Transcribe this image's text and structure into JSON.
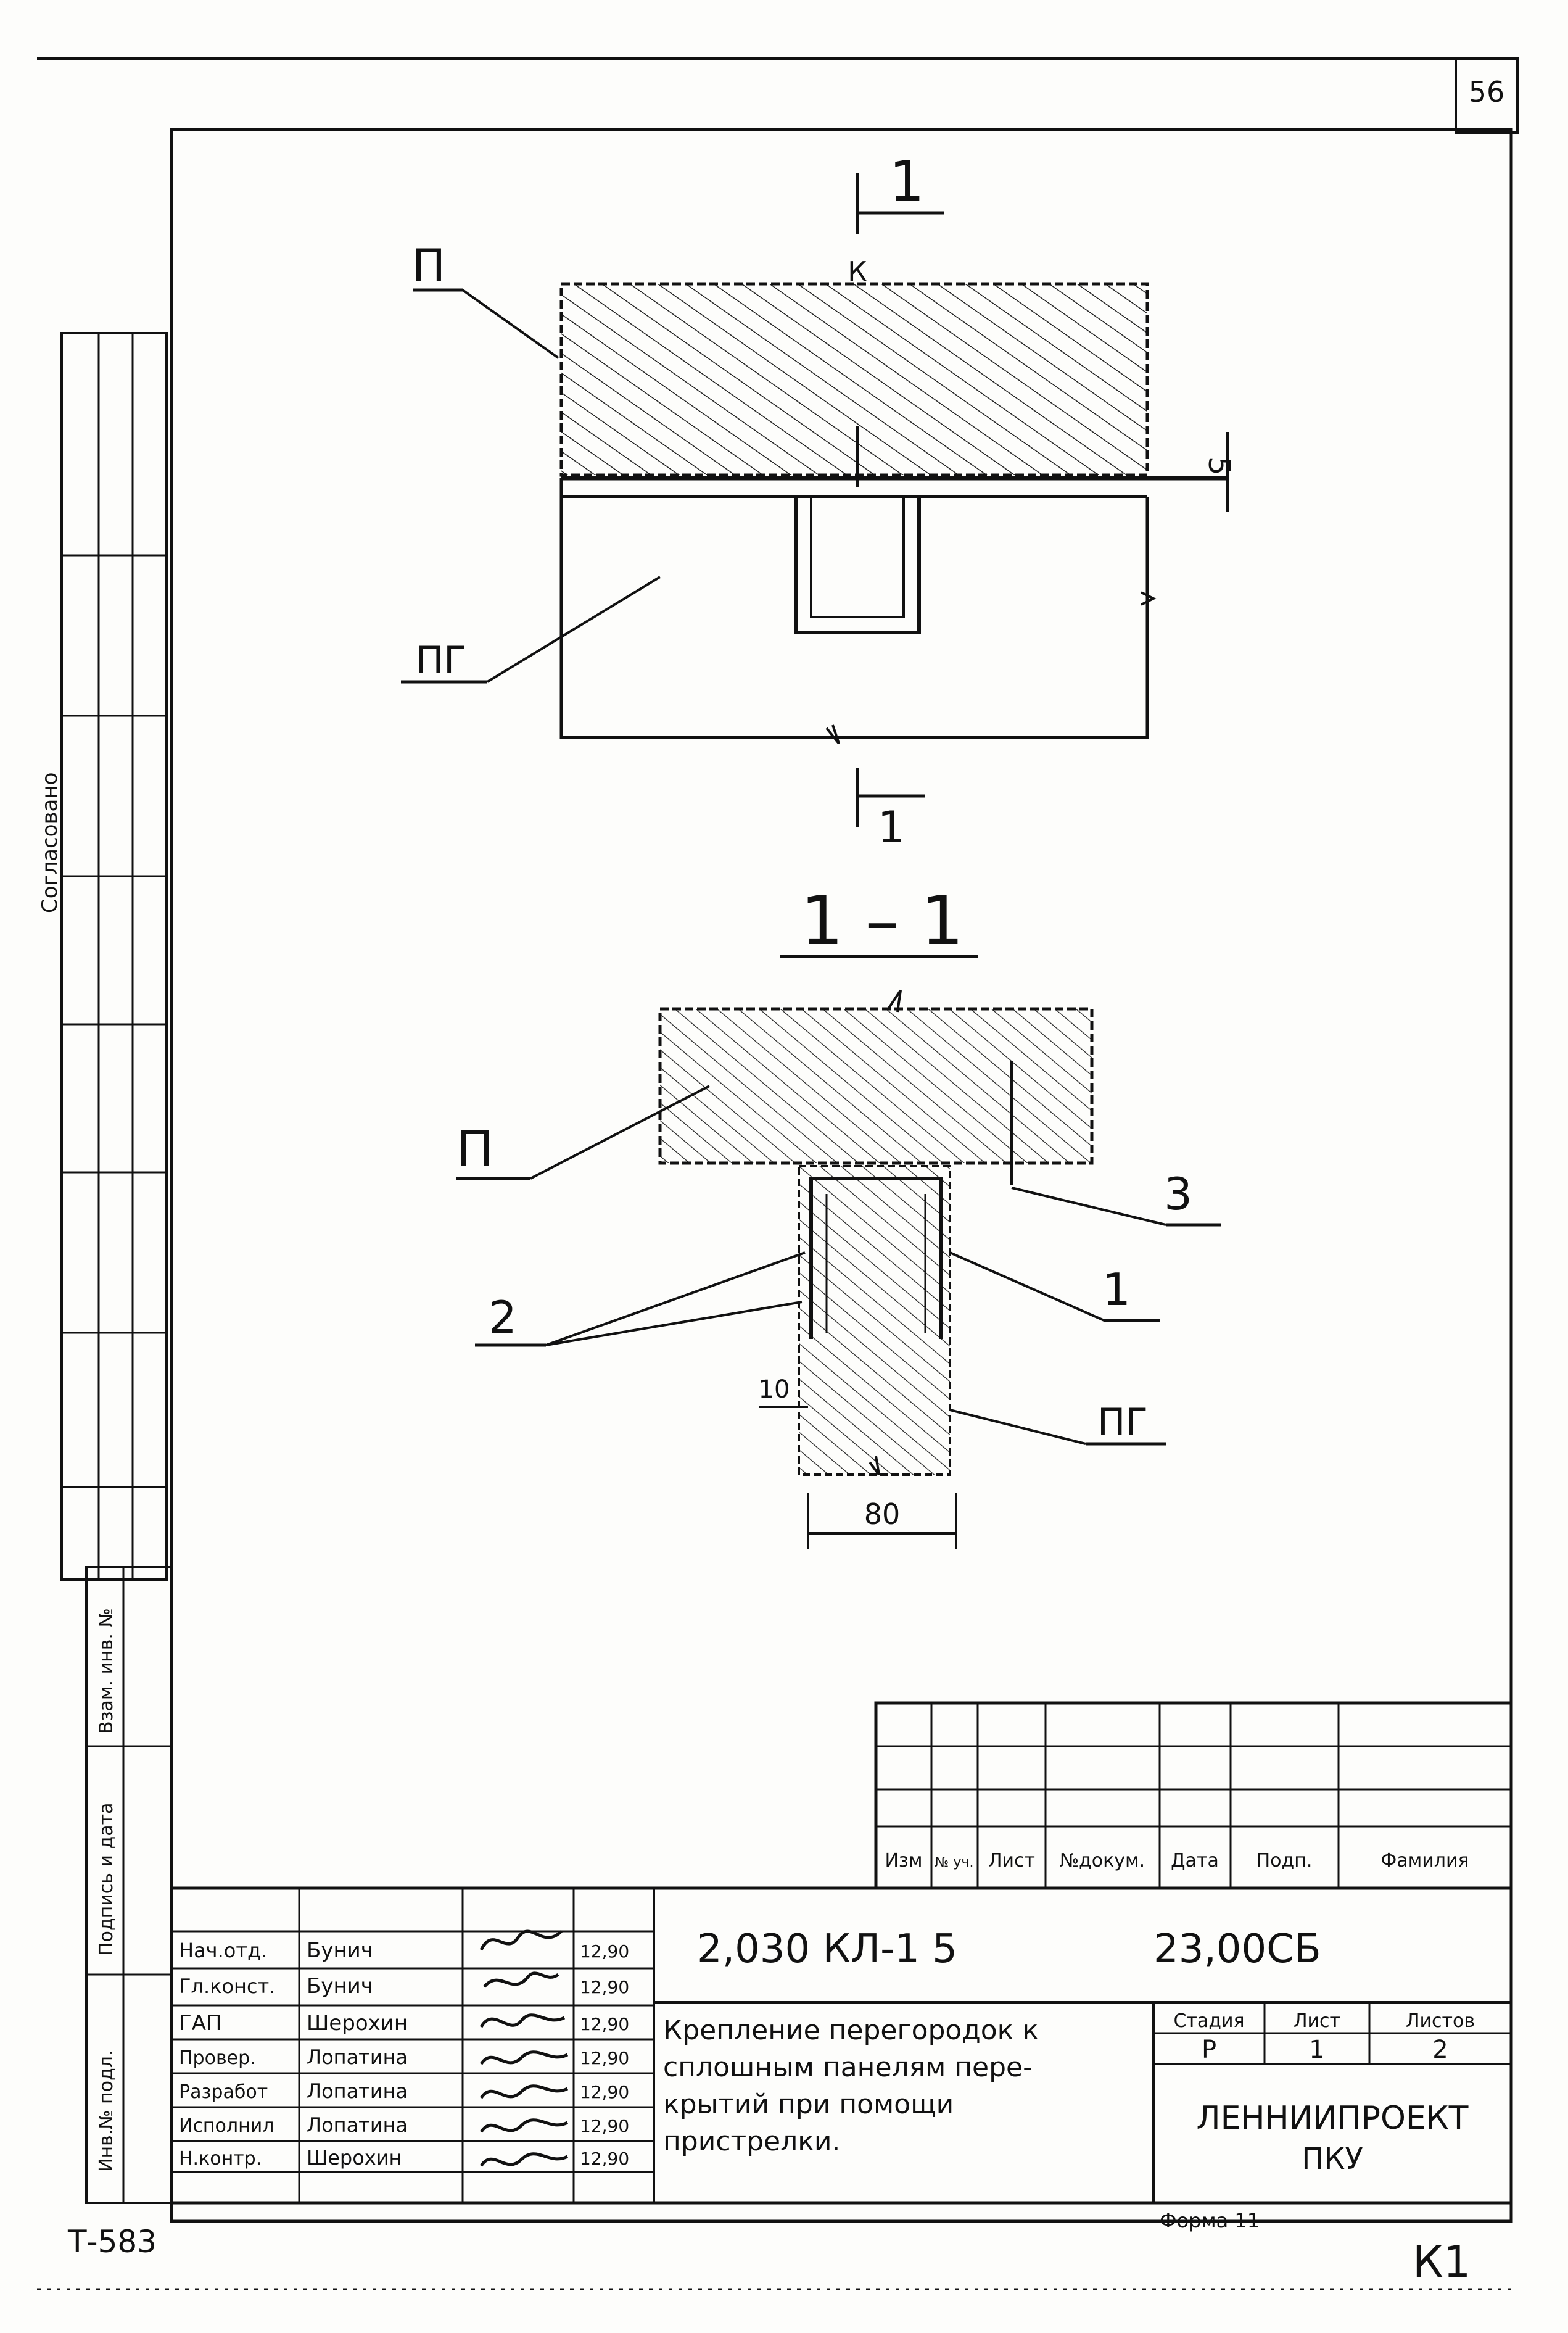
{
  "sheet_number": "56",
  "plan_view": {
    "section_top_mark": "1",
    "section_bottom_mark": "1",
    "label_slab": "П",
    "label_partition": "ПГ",
    "label_gap": "К",
    "label_dim_side": "5"
  },
  "section_view": {
    "title": "1 – 1",
    "label_slab": "П",
    "label_partition": "ПГ",
    "callout_1": "1",
    "callout_2": "2",
    "callout_3": "3",
    "dim_10": "10",
    "dim_80": "80"
  },
  "left_strip": {
    "agreed": "Согласовано",
    "vzam_inv": "Взам. инв. №",
    "podpis_data": "Подпись и дата",
    "inv_podl": "Инв.№ подл."
  },
  "revision_table": {
    "headers": [
      "Изм",
      "№ уч.",
      "Лист",
      "№докум.",
      "Дата",
      "Подп.",
      "Фамилия"
    ]
  },
  "title_block": {
    "signatories": [
      {
        "role": "Нач.отд.",
        "name": "Бунич",
        "date": "12,90"
      },
      {
        "role": "Гл.конст.",
        "name": "Бунич",
        "date": "12,90"
      },
      {
        "role": "ГАП",
        "name": "Шерохин",
        "date": "12,90"
      },
      {
        "role": "Провер.",
        "name": "Лопатина",
        "date": "12,90"
      },
      {
        "role": "Разработ",
        "name": "Лопатина",
        "date": "12,90"
      },
      {
        "role": "Исполнил",
        "name": "Лопатина",
        "date": "12,90"
      },
      {
        "role": "Н.контр.",
        "name": "Шерохин",
        "date": "12,90"
      }
    ],
    "code": "2,030 КЛ-1 5",
    "code2": "23,00СБ",
    "description_lines": [
      "Крепление перегородок к",
      "сплошным панелям пере-",
      "крытий при помощи",
      "пристрелки."
    ],
    "stage_label": "Стадия",
    "sheet_label": "Лист",
    "sheets_label": "Листов",
    "stage": "Р",
    "sheet": "1",
    "sheets": "2",
    "org_line1": "ЛЕННИИПРОЕКТ",
    "org_line2": "ПКУ"
  },
  "footer": {
    "archive": "Т-583",
    "form": "Форма 11",
    "corner_mark": "К1"
  }
}
